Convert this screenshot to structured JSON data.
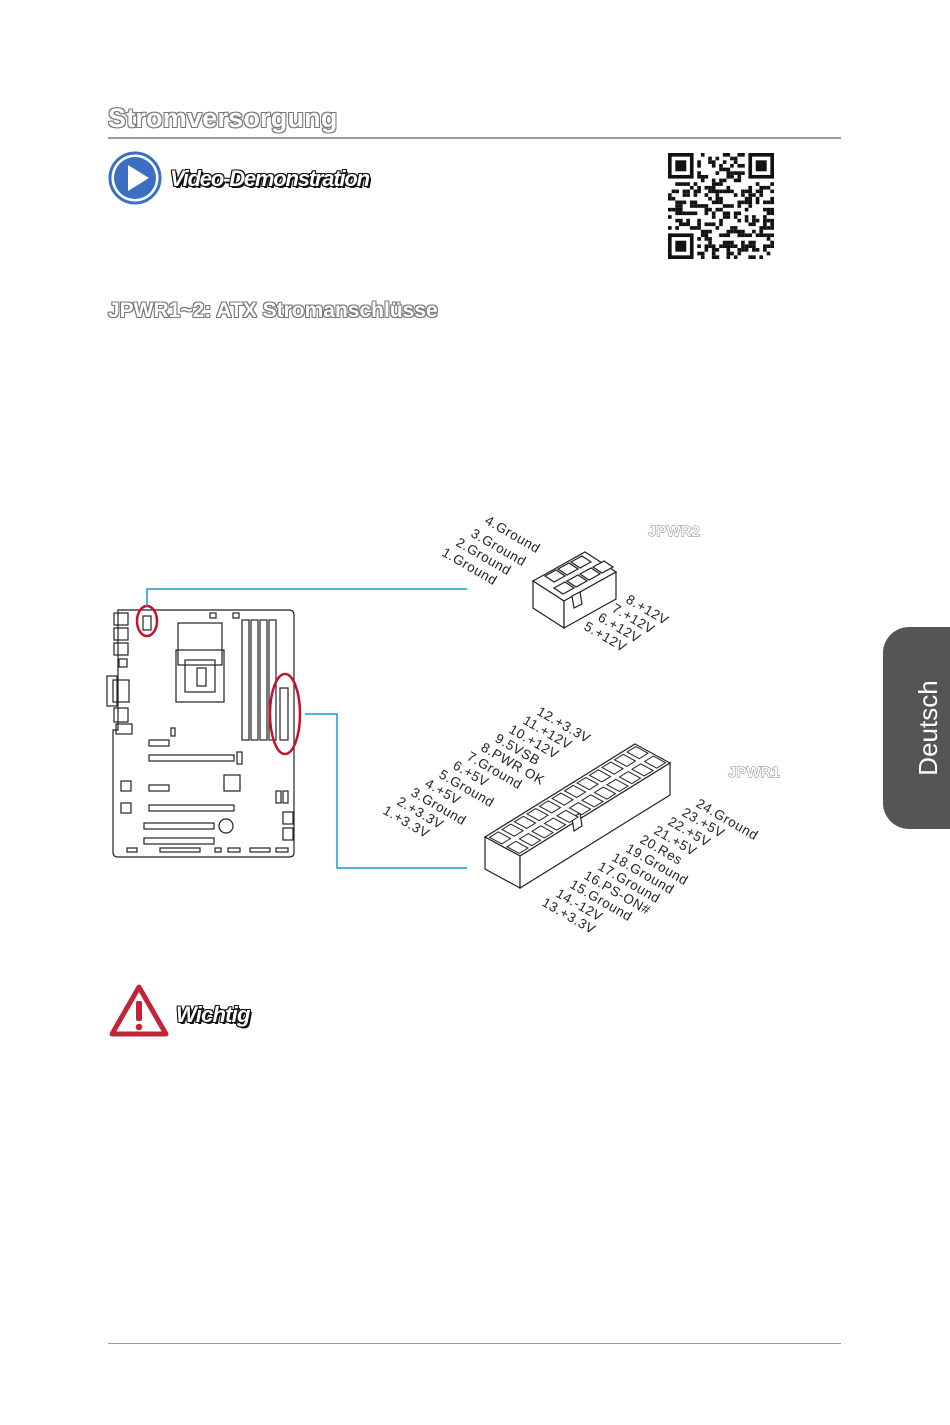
{
  "page": {
    "section_title": "Stromversorgung",
    "video_label": "Video-Demonstration",
    "connector_title": "JPWR1~2: ATX Stromanschlüsse",
    "side_tab": "Deutsch",
    "warning_label": "Wichtig"
  },
  "icons": {
    "video": "play-circle-icon",
    "qr": "qr-code",
    "warning": "warning-triangle-icon"
  },
  "colors": {
    "play_blue": "#3b6fc2",
    "callout_blue": "#1a9ad6",
    "highlight_red": "#c8102e",
    "warning_red": "#c0253a",
    "side_tab_bg": "#555555"
  },
  "jpwr2": {
    "label": "JPWR2",
    "pins_left": [
      "4.Ground",
      "3.Ground",
      "2.Ground",
      "1.Ground"
    ],
    "pins_right": [
      "8.+12V",
      "7.+12V",
      "6.+12V",
      "5.+12V"
    ]
  },
  "jpwr1": {
    "label": "JPWR1",
    "pins_left": [
      "12.+3.3V",
      "11.+12V",
      "10.+12V",
      "9.5VSB",
      "8.PWR OK",
      "7.Ground",
      "6.+5V",
      "5.Ground",
      "4.+5V",
      "3.Ground",
      "2.+3.3V",
      "1.+3.3V"
    ],
    "pins_right": [
      "24.Ground",
      "23.+5V",
      "22.+5V",
      "21.+5V",
      "20.Res",
      "19.Ground",
      "18.Ground",
      "17.Ground",
      "16.PS-ON#",
      "15.Ground",
      "14.-12V",
      "13.+3.3V"
    ]
  }
}
